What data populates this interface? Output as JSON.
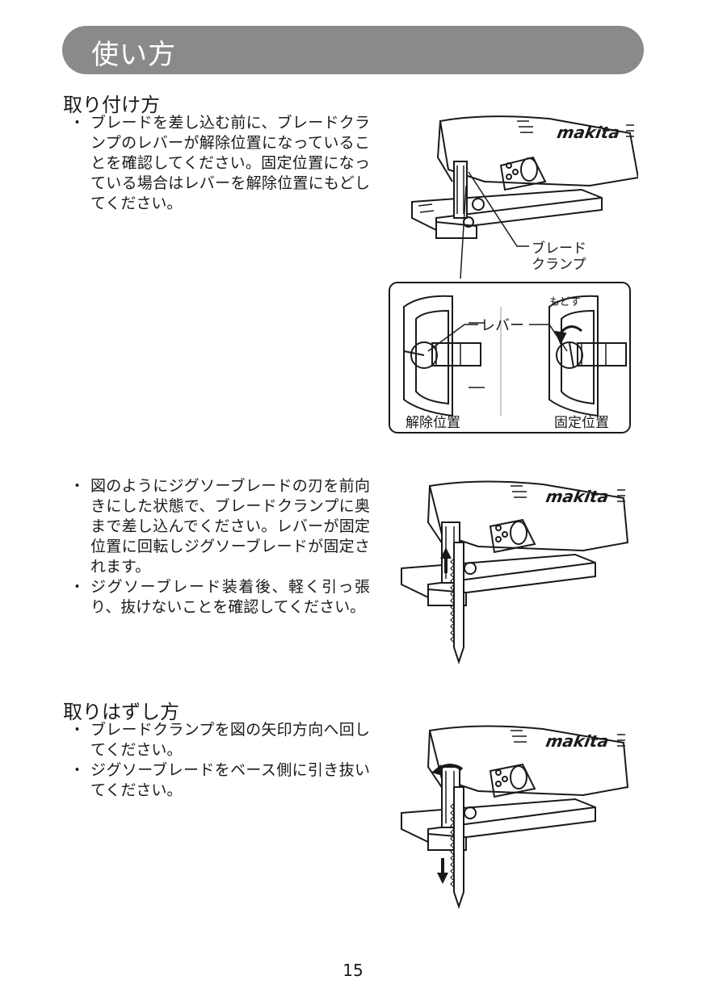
{
  "title": "使い方",
  "sections": [
    {
      "heading": "取り付け方",
      "bullets": [
        "ブレードを差し込む前に、ブレードクランプのレバーが解除位置になっていることを確認してください。固定位置になっている場合はレバーを解除位置にもどしてください。",
        "図のようにジグソーブレードの刃を前向きにした状態で、ブレードクランプに奥まで差し込んでください。レバーが固定位置に回転しジグソーブレードが固定されます。",
        "ジグソーブレード装着後、軽く引っ張り、抜けないことを確認してください。"
      ]
    },
    {
      "heading": "取りはずし方",
      "bullets": [
        "ブレードクランプを図の矢印方向へ回してください。",
        "ジグソーブレードをベース側に引き抜いてください。"
      ]
    }
  ],
  "bullet_mark": "・",
  "figures": {
    "brand": "makita",
    "fig1": {
      "callout_line1": "ブレード",
      "callout_line2": "クランプ",
      "lever_label": "レバー",
      "return_label": "もどす",
      "release_label": "解除位置",
      "fixed_label": "固定位置"
    }
  },
  "page_number": "15"
}
